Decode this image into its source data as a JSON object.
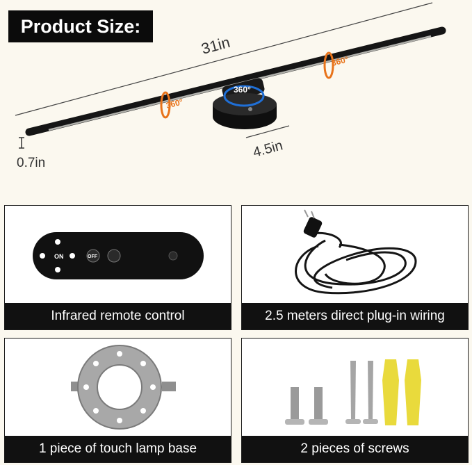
{
  "header": {
    "title": "Product Size:"
  },
  "dimensions": {
    "length": "31in",
    "diameter": "0.7in",
    "base_width": "4.5in",
    "rotation_left": "360°",
    "rotation_center": "360°",
    "rotation_right": "360°"
  },
  "remote": {
    "on_label": "ON",
    "off_label": "OFF"
  },
  "cards": {
    "remote": "Infrared remote control",
    "wiring": "2.5 meters direct plug-in wiring",
    "base": "1 piece of touch lamp base",
    "screws": "2 pieces of screws"
  },
  "colors": {
    "accent_orange": "#e8731a",
    "accent_blue": "#1f6fd6",
    "anchor_yellow": "#e9da3c"
  }
}
